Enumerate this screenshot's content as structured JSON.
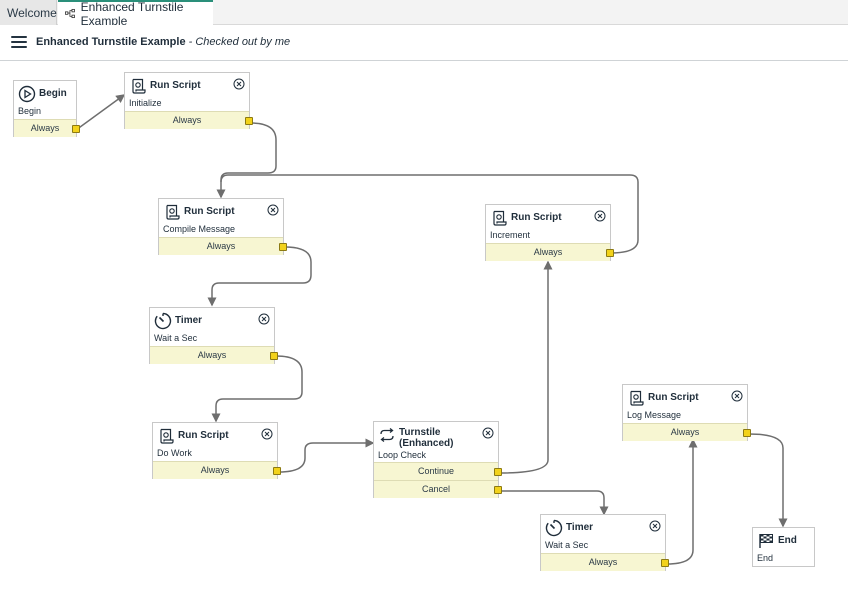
{
  "tabs": [
    {
      "label": "Welcome",
      "active": false
    },
    {
      "label": "Enhanced Turnstile Example",
      "active": true
    }
  ],
  "header": {
    "title": "Enhanced Turnstile Example",
    "subtitle": "- Checked out by me"
  },
  "nodes": {
    "begin": {
      "type": "Begin",
      "name": "Begin",
      "ports": [
        "Always"
      ]
    },
    "initialize": {
      "type": "Run Script",
      "name": "Initialize",
      "ports": [
        "Always"
      ]
    },
    "compile_message": {
      "type": "Run Script",
      "name": "Compile Message",
      "ports": [
        "Always"
      ]
    },
    "timer1": {
      "type": "Timer",
      "name": "Wait a Sec",
      "ports": [
        "Always"
      ]
    },
    "do_work": {
      "type": "Run Script",
      "name": "Do Work",
      "ports": [
        "Always"
      ]
    },
    "turnstile": {
      "type_line1": "Turnstile",
      "type_line2": "(Enhanced)",
      "name": "Loop Check",
      "ports": [
        "Continue",
        "Cancel"
      ]
    },
    "increment": {
      "type": "Run Script",
      "name": "Increment",
      "ports": [
        "Always"
      ]
    },
    "log_message": {
      "type": "Run Script",
      "name": "Log Message",
      "ports": [
        "Always"
      ]
    },
    "timer2": {
      "type": "Timer",
      "name": "Wait a Sec",
      "ports": [
        "Always"
      ]
    },
    "end": {
      "type": "End",
      "name": "End"
    }
  },
  "colors": {
    "accent": "#2a8f7a",
    "port_bg": "#f7f6d2",
    "knob": "#f2d21b",
    "wire": "#6e6e6e"
  },
  "icons": {
    "begin": "play-circle-icon",
    "script": "script-scroll-icon",
    "timer": "timer-icon",
    "turnstile": "loop-arrows-icon",
    "end": "checkered-flag-icon",
    "close": "close-circle-icon"
  }
}
